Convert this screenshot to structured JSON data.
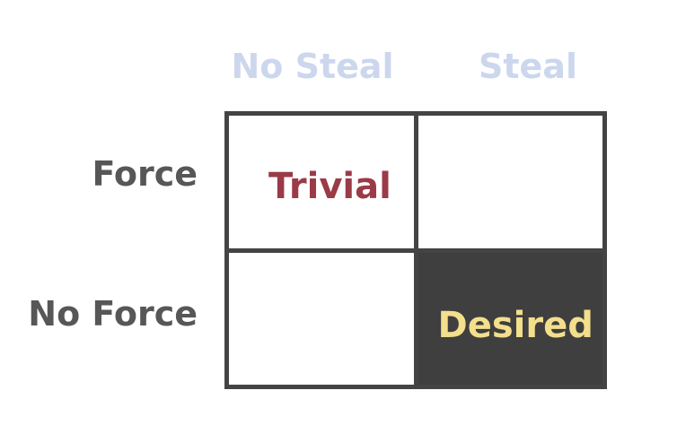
{
  "columns": {
    "no_steal": "No Steal",
    "steal": "Steal"
  },
  "rows": {
    "force": "Force",
    "no_force": "No Force"
  },
  "cells": {
    "force_no_steal": "Trivial",
    "force_steal": "",
    "no_force_no_steal": "",
    "no_force_steal": "Desired"
  },
  "colors": {
    "column_header": "#ccd7ee",
    "row_header": "#575757",
    "grid_border": "#444444",
    "trivial_text": "#9a3b47",
    "desired_text": "#f3df8c",
    "desired_fill": "#3f3f3f"
  }
}
